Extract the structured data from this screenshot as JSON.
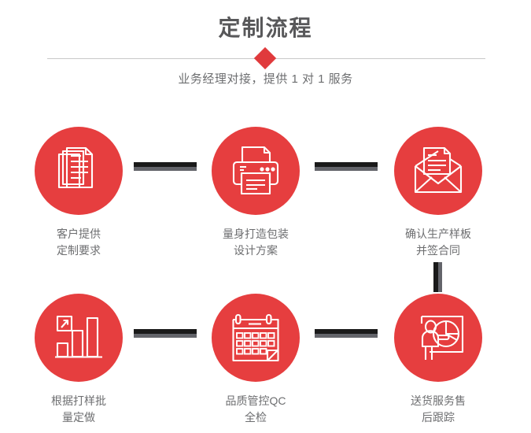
{
  "header": {
    "title": "定制流程",
    "subtitle": "业务经理对接，提供 1 对 1 服务",
    "diamond_color": "#e03a3c",
    "rule_color": "#c8c8c8",
    "title_color": "#58585a",
    "subtitle_color": "#6d6e70"
  },
  "theme": {
    "circle_color": "#e63e3f",
    "icon_color": "#ffffff",
    "connector_dark": "#1a1a1a",
    "connector_grey": "#63646a",
    "label_color": "#6d6e70",
    "background": "#ffffff"
  },
  "steps": [
    {
      "index": 1,
      "icon": "documents-stack-icon",
      "label": "客户提供\n定制要求",
      "label_line1": "客户提供",
      "label_line2": "定制要求"
    },
    {
      "index": 2,
      "icon": "printer-icon",
      "label": "量身打造包装\n设计方案",
      "label_line1": "量身打造包装",
      "label_line2": "设计方案"
    },
    {
      "index": 3,
      "icon": "envelope-letter-icon",
      "label": "确认生产样板\n并签合同",
      "label_line1": "确认生产样板",
      "label_line2": "并签合同"
    },
    {
      "index": 4,
      "icon": "bar-chart-growth-icon",
      "label": "根据打样批\n量定做",
      "label_line1": "根据打样批",
      "label_line2": "量定做"
    },
    {
      "index": 5,
      "icon": "calendar-icon",
      "label": "品质管控QC\n全检",
      "label_line1": "品质管控QC",
      "label_line2": "全检"
    },
    {
      "index": 6,
      "icon": "presenter-pie-chart-icon",
      "label": "送货服务售\n后跟踪",
      "label_line1": "送货服务售",
      "label_line2": "后跟踪"
    }
  ],
  "connectors": [
    {
      "id": "connector-1-2",
      "orientation": "horizontal"
    },
    {
      "id": "connector-2-3",
      "orientation": "horizontal"
    },
    {
      "id": "connector-3-4",
      "orientation": "vertical"
    },
    {
      "id": "connector-4-5",
      "orientation": "horizontal"
    },
    {
      "id": "connector-5-6",
      "orientation": "horizontal"
    }
  ]
}
